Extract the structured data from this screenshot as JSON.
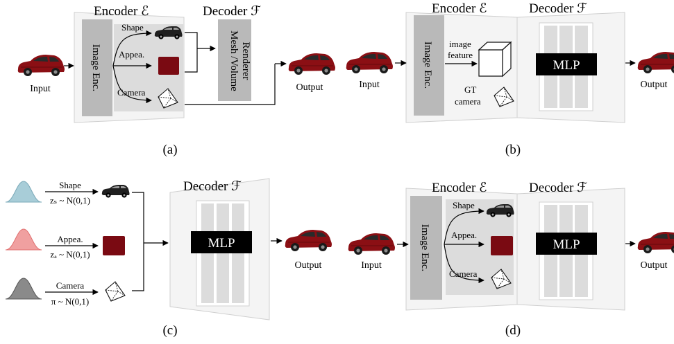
{
  "panel_a": {
    "encoder_title": "Encoder ℰ",
    "decoder_title": "Decoder ℱ",
    "image_enc": "Image Enc.",
    "shape": "Shape",
    "appea": "Appea.",
    "camera": "Camera",
    "renderer_line1": "Mesh /Volume",
    "renderer_line2": "Renderer",
    "input": "Input",
    "output": "Output",
    "caption": "(a)"
  },
  "panel_b": {
    "encoder_title": "Encoder ℰ",
    "decoder_title": "Decoder ℱ",
    "image_enc": "Image Enc.",
    "image_feature_line1": "image",
    "image_feature_line2": "feature",
    "gt_line1": "GT",
    "gt_line2": "camera",
    "mlp": "MLP",
    "input": "Input",
    "output": "Output",
    "caption": "(b)"
  },
  "panel_c": {
    "decoder_title": "Decoder ℱ",
    "shape": "Shape",
    "shape_dist": "zₛ ~ N(0,1)",
    "appea": "Appea.",
    "appea_dist": "zₐ ~ N(0,1)",
    "camera": "Camera",
    "camera_dist": "π ~ N(0,1)",
    "mlp": "MLP",
    "output": "Output",
    "caption": "(c)"
  },
  "panel_d": {
    "encoder_title": "Encoder ℰ",
    "decoder_title": "Decoder ℱ",
    "image_enc": "Image Enc.",
    "shape": "Shape",
    "appea": "Appea.",
    "camera": "Camera",
    "mlp": "MLP",
    "input": "Input",
    "output": "Output",
    "caption": "(d)"
  },
  "colors": {
    "car_body": "#8b0f14",
    "appearance_swatch": "#7a0a12",
    "gauss_shape": "#a8cdd8",
    "gauss_appea": "#f0a0a0",
    "gauss_camera": "#8a8a8a"
  },
  "icons": [
    "red-car-icon",
    "black-car-icon",
    "appearance-swatch-icon",
    "camera-pyramid-icon",
    "feature-cube-icon",
    "gaussian-icon"
  ]
}
